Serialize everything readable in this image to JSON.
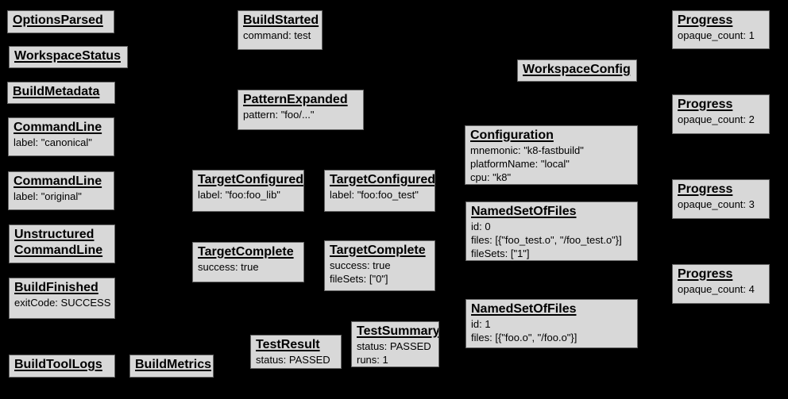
{
  "diagram": {
    "description": "Build Event Protocol event graph",
    "colors": {
      "background": "#000000",
      "node_fill": "#d8d8d8",
      "node_border": "#666666",
      "text": "#000000"
    }
  },
  "nodes": {
    "options_parsed": {
      "title": "OptionsParsed"
    },
    "workspace_status": {
      "title": "WorkspaceStatus"
    },
    "build_metadata": {
      "title": "BuildMetadata"
    },
    "command_line_canonical": {
      "title": "CommandLine",
      "lines": [
        "label: \"canonical\""
      ]
    },
    "command_line_original": {
      "title": "CommandLine",
      "lines": [
        "label: \"original\""
      ]
    },
    "unstructured_command_line": {
      "title1": "Unstructured",
      "title2": "CommandLine"
    },
    "build_finished": {
      "title": "BuildFinished",
      "lines": [
        "exitCode: SUCCESS"
      ]
    },
    "build_tool_logs": {
      "title": "BuildToolLogs"
    },
    "build_metrics": {
      "title": "BuildMetrics"
    },
    "build_started": {
      "title": "BuildStarted",
      "lines": [
        "command: test"
      ]
    },
    "pattern_expanded": {
      "title": "PatternExpanded",
      "lines": [
        "pattern: \"foo/...\""
      ]
    },
    "target_configured_lib": {
      "title": "TargetConfigured",
      "lines": [
        "label: \"foo:foo_lib\""
      ]
    },
    "target_configured_test": {
      "title": "TargetConfigured",
      "lines": [
        "label: \"foo:foo_test\""
      ]
    },
    "target_complete_lib": {
      "title": "TargetComplete",
      "lines": [
        "success: true"
      ]
    },
    "target_complete_test": {
      "title": "TargetComplete",
      "lines": [
        "success: true",
        "fileSets: [\"0\"]"
      ]
    },
    "test_result": {
      "title": "TestResult",
      "lines": [
        "status: PASSED"
      ]
    },
    "test_summary": {
      "title": "TestSummary",
      "lines": [
        "status: PASSED",
        "runs: 1"
      ]
    },
    "workspace_config": {
      "title": "WorkspaceConfig"
    },
    "configuration": {
      "title": "Configuration",
      "lines": [
        "mnemonic: \"k8-fastbuild\"",
        "platformName: \"local\"",
        "cpu: \"k8\""
      ]
    },
    "named_set_of_files_0": {
      "title": "NamedSetOfFiles",
      "lines": [
        "id: 0",
        "files: [{\"foo_test.o\", \"/foo_test.o\"}]",
        "fileSets: [\"1\"]"
      ]
    },
    "named_set_of_files_1": {
      "title": "NamedSetOfFiles",
      "lines": [
        "id: 1",
        "files: [{\"foo.o\", \"/foo.o\"}]"
      ]
    },
    "progress_1": {
      "title": "Progress",
      "lines": [
        "opaque_count: 1"
      ]
    },
    "progress_2": {
      "title": "Progress",
      "lines": [
        "opaque_count: 2"
      ]
    },
    "progress_3": {
      "title": "Progress",
      "lines": [
        "opaque_count: 3"
      ]
    },
    "progress_4": {
      "title": "Progress",
      "lines": [
        "opaque_count: 4"
      ]
    }
  }
}
